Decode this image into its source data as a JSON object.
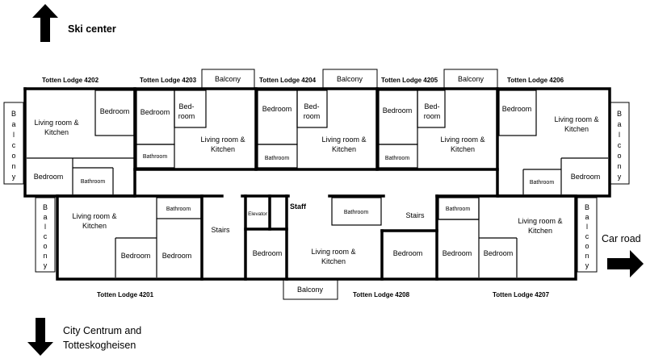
{
  "directions": {
    "north": "Ski center",
    "south_line1": "City Centrum and",
    "south_line2": "Totteskogheisen",
    "east": "Car road"
  },
  "units": {
    "u4201": "Totten Lodge 4201",
    "u4202": "Totten Lodge 4202",
    "u4203": "Totten Lodge 4203",
    "u4204": "Totten Lodge 4204",
    "u4205": "Totten Lodge 4205",
    "u4206": "Totten Lodge 4206",
    "u4207": "Totten Lodge 4207",
    "u4208": "Totten Lodge 4208"
  },
  "rooms": {
    "living_line1": "Living room &",
    "living_line2": "Kitchen",
    "bedroom": "Bedroom",
    "bedroom_split1": "Bed-",
    "bedroom_split2": "room",
    "bathroom": "Bathroom",
    "balcony": "Balcony",
    "balcony_vertical": [
      "B",
      "a",
      "l",
      "c",
      "o",
      "n",
      "y"
    ],
    "stairs": "Stairs",
    "elevator": "Elevator",
    "staff": "Staff"
  },
  "colors": {
    "wall": "#000000",
    "background": "#ffffff"
  }
}
